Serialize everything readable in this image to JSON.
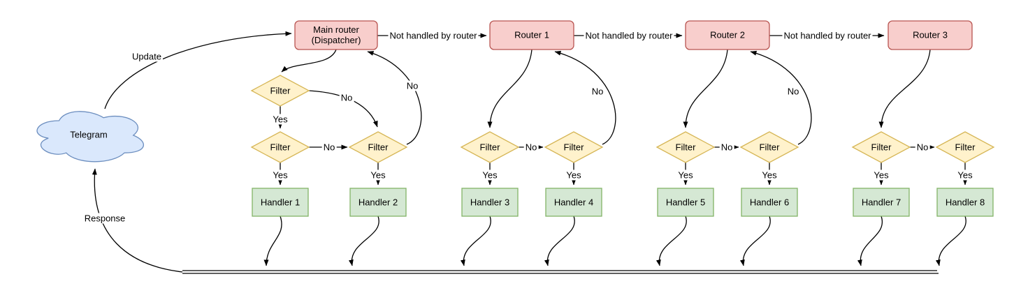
{
  "nodes": {
    "cloud": "Telegram",
    "main_router": {
      "line1": "Main router",
      "line2": "(Dispatcher)"
    },
    "routers": [
      "Router 1",
      "Router 2",
      "Router 3"
    ],
    "filter_label": "Filter",
    "handlers": [
      "Handler 1",
      "Handler 2",
      "Handler 3",
      "Handler 4",
      "Handler 5",
      "Handler 6",
      "Handler 7",
      "Handler 8"
    ]
  },
  "edge_labels": {
    "update": "Update",
    "response": "Response",
    "not_handled": "Not handled by router",
    "yes": "Yes",
    "no": "No"
  },
  "colors": {
    "router-fill": "#f8cecc",
    "router-stroke": "#b85450",
    "filter-fill": "#fff2cc",
    "filter-stroke": "#d6b656",
    "handler-fill": "#d5e8d4",
    "handler-stroke": "#82b366",
    "cloud-fill": "#dae8fc",
    "cloud-stroke": "#6c8ebf",
    "line": "#000000",
    "text": "#000000",
    "background": "#ffffff"
  }
}
